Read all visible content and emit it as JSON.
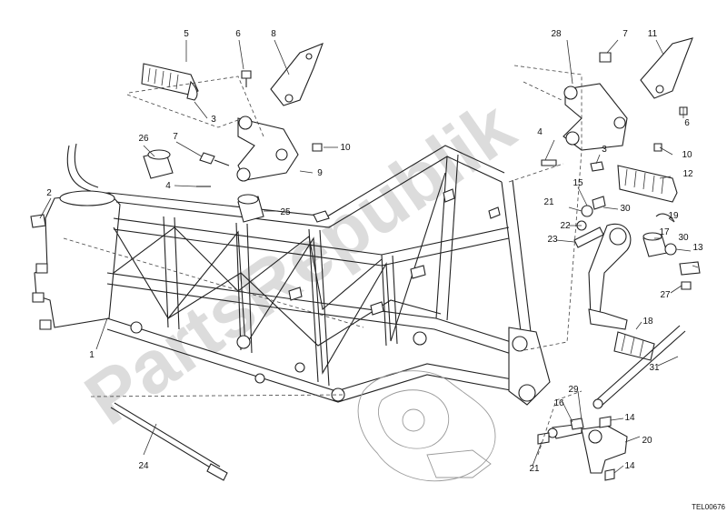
{
  "watermark": "PartsRepublik",
  "drawing_code": "TEL00676",
  "callouts": [
    {
      "id": "c1",
      "label": "1"
    },
    {
      "id": "c2",
      "label": "2"
    },
    {
      "id": "c3a",
      "label": "3"
    },
    {
      "id": "c3b",
      "label": "3"
    },
    {
      "id": "c4a",
      "label": "4"
    },
    {
      "id": "c4b",
      "label": "4"
    },
    {
      "id": "c5",
      "label": "5"
    },
    {
      "id": "c6a",
      "label": "6"
    },
    {
      "id": "c6b",
      "label": "6"
    },
    {
      "id": "c7a",
      "label": "7"
    },
    {
      "id": "c7b",
      "label": "7"
    },
    {
      "id": "c8",
      "label": "8"
    },
    {
      "id": "c9",
      "label": "9"
    },
    {
      "id": "c10a",
      "label": "10"
    },
    {
      "id": "c10b",
      "label": "10"
    },
    {
      "id": "c11",
      "label": "11"
    },
    {
      "id": "c12",
      "label": "12"
    },
    {
      "id": "c13",
      "label": "13"
    },
    {
      "id": "c14a",
      "label": "14"
    },
    {
      "id": "c14b",
      "label": "14"
    },
    {
      "id": "c15",
      "label": "15"
    },
    {
      "id": "c16",
      "label": "16"
    },
    {
      "id": "c17",
      "label": "17"
    },
    {
      "id": "c18",
      "label": "18"
    },
    {
      "id": "c19",
      "label": "19"
    },
    {
      "id": "c20",
      "label": "20"
    },
    {
      "id": "c21a",
      "label": "21"
    },
    {
      "id": "c21b",
      "label": "21"
    },
    {
      "id": "c22",
      "label": "22"
    },
    {
      "id": "c23",
      "label": "23"
    },
    {
      "id": "c24",
      "label": "24"
    },
    {
      "id": "c25",
      "label": "25"
    },
    {
      "id": "c26",
      "label": "26"
    },
    {
      "id": "c27",
      "label": "27"
    },
    {
      "id": "c28",
      "label": "28"
    },
    {
      "id": "c29",
      "label": "29"
    },
    {
      "id": "c30a",
      "label": "30"
    },
    {
      "id": "c30b",
      "label": "30"
    },
    {
      "id": "c31",
      "label": "31"
    }
  ]
}
